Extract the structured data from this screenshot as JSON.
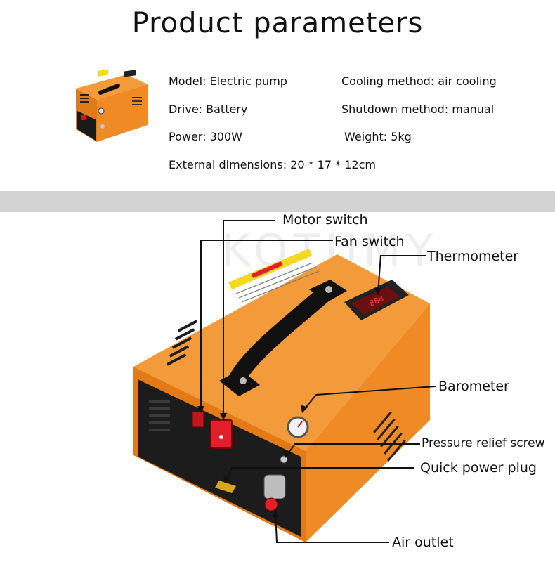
{
  "title": "Product parameters",
  "specs": {
    "model": "Model: Electric pump",
    "cooling": "Cooling method: air cooling",
    "drive": "Drive: Battery",
    "shutdown": "Shutdown method: manual",
    "power": "Power: 300W",
    "weight": "Weight: 5kg",
    "dimensions": "External dimensions: 20 * 17 * 12cm"
  },
  "watermark": "KOTUMY",
  "callouts": {
    "motor_switch": "Motor switch",
    "fan_switch": "Fan switch",
    "thermometer": "Thermometer",
    "barometer": "Barometer",
    "pressure_relief": "Pressure relief screw",
    "quick_plug": "Quick power plug",
    "air_outlet": "Air outlet"
  },
  "colors": {
    "body_orange": "#f08a24",
    "panel_black": "#1c1c1c",
    "switch_red": "#e3202a",
    "label_yellow": "#f6d81e"
  }
}
